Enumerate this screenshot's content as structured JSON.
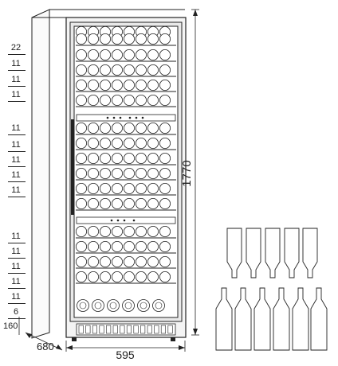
{
  "dimensions": {
    "height": "1770",
    "width": "595",
    "depth": "680",
    "base": "160"
  },
  "shelf_capacities": [
    "22",
    "11",
    "11",
    "11",
    "11",
    "11",
    "11",
    "11",
    "11",
    "11",
    "11",
    "11",
    "11",
    "11",
    "6"
  ],
  "colors": {
    "line": "#222222",
    "cabinet_fill": "#f2f2f2",
    "glass": "#ffffff"
  }
}
